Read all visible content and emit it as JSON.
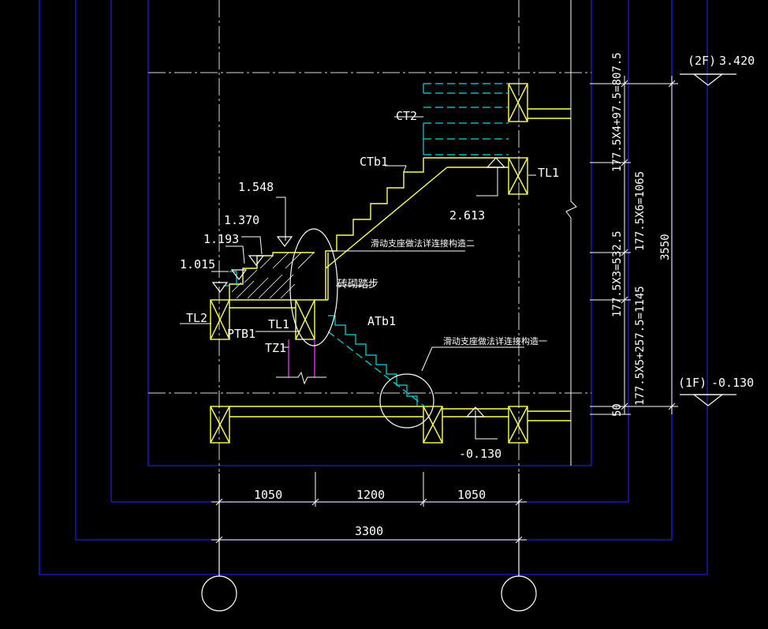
{
  "drawing": {
    "colors": {
      "background": "#000000",
      "frame": "#1c1cd8",
      "centerline": "#d8d8d8",
      "structure": "#ffff55",
      "dims": "#ffffff",
      "cyan": "#00dddd",
      "magenta": "#dd33dd"
    },
    "labels": {
      "ct2": "CT2",
      "ctb1": "CTb1",
      "tl1_right": "TL1",
      "tl1_mid": "TL1",
      "tl2": "TL2",
      "ptb1": "PTB1",
      "tz1": "TZ1",
      "atb1": "ATb1"
    },
    "elevations": {
      "e1548": "1.548",
      "e1370": "1.370",
      "e1193": "1.193",
      "e1015": "1.015",
      "e2613": "2.613",
      "e_neg0130": "-0.130",
      "floor2_tag": "(2F)",
      "floor2_value": "3.420",
      "floor1_tag": "(1F)",
      "floor1_value": "-0.130"
    },
    "notes": {
      "slide_support_2": "滑动支座做法详连接构造二",
      "slide_support_1": "滑动支座做法详连接构造一",
      "brick_step": "砖砌踏步"
    },
    "dimensions": {
      "d1050_left": "1050",
      "d1200": "1200",
      "d1050_right": "1050",
      "d3300": "3300",
      "v_upper": "177.5X4+97.5=807.5",
      "v_flight2": "177.5X6=1065",
      "v_mid": "177.5X3=532.5",
      "v_lower": "177.5X5+257.5=1145",
      "v_total": "3550",
      "v_50": "50"
    }
  }
}
